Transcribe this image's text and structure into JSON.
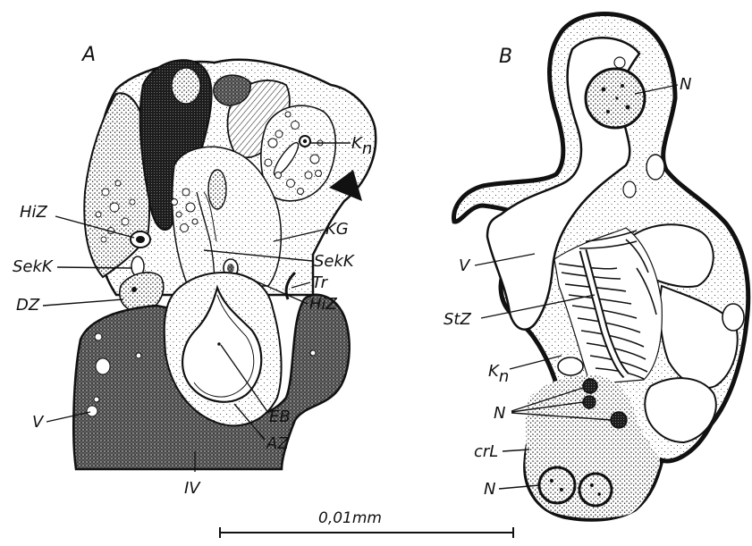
{
  "panels": {
    "a": {
      "letter": "A"
    },
    "b": {
      "letter": "B"
    }
  },
  "labels_a": {
    "hiz_left": "HiZ",
    "sekk_left": "SekK",
    "dz": "DZ",
    "v": "V",
    "kn_main": "K",
    "kn_sub": "n",
    "kg": "KG",
    "sekk_right": "SekK",
    "tr": "Tr",
    "hiz_right": "HiZ",
    "eb": "EB",
    "az": "AZ",
    "iv": "IV"
  },
  "labels_b": {
    "n_top": "N",
    "v": "V",
    "stz": "StZ",
    "kn_main": "K",
    "kn_sub": "n",
    "n_mid": "N",
    "crl": "crL",
    "n_bottom": "N"
  },
  "scale_bar": {
    "label": "0,01mm"
  },
  "colors": {
    "ink": "#111111",
    "paper": "#ffffff"
  }
}
